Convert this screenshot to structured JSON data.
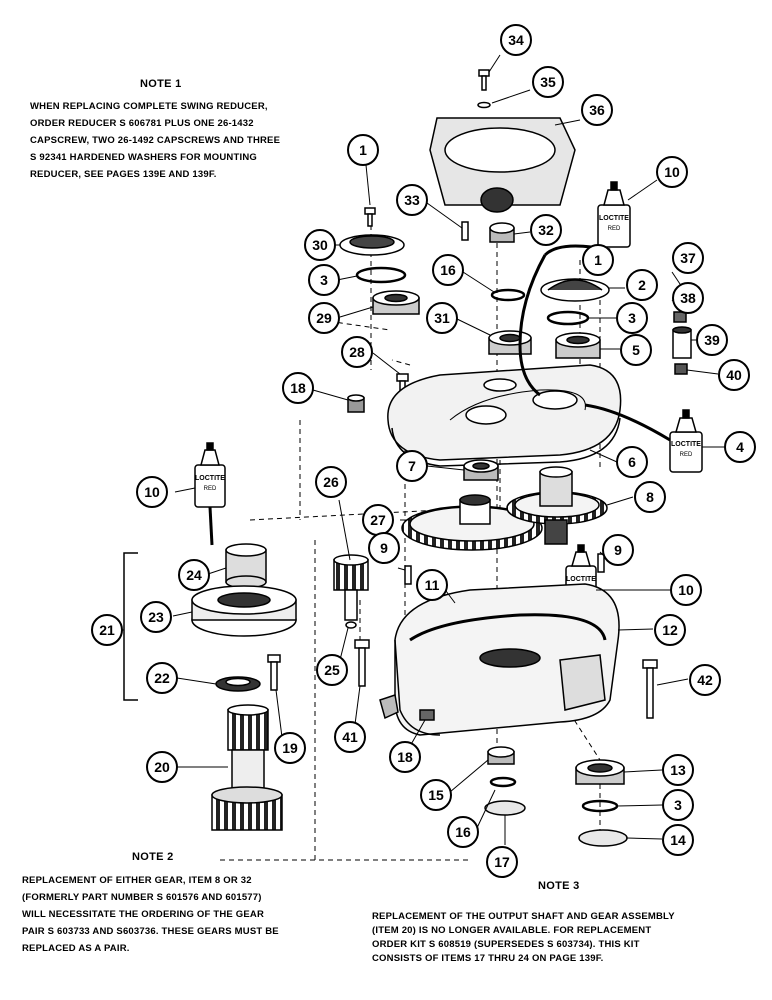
{
  "notes": {
    "note1": {
      "title": "NOTE 1",
      "lines": [
        "WHEN REPLACING COMPLETE SWING REDUCER,",
        "ORDER REDUCER S 606781 PLUS ONE 26-1432",
        "CAPSCREW, TWO 26-1492 CAPSCREWS AND THREE",
        "S 92341 HARDENED WASHERS FOR MOUNTING",
        "REDUCER, SEE PAGES 139E AND 139F."
      ]
    },
    "note2": {
      "title": "NOTE 2",
      "lines": [
        "REPLACEMENT OF EITHER GEAR, ITEM 8 OR 32",
        "(FORMERLY PART NUMBER S 601576 AND 601577)",
        "WILL NECESSITATE THE ORDERING OF THE GEAR",
        "PAIR S 603733 AND S603736. THESE GEARS MUST BE",
        "REPLACED AS A PAIR."
      ]
    },
    "note3": {
      "title": "NOTE 3",
      "lines": [
        "REPLACEMENT OF THE OUTPUT SHAFT AND GEAR ASSEMBLY",
        "(ITEM 20) IS NO LONGER AVAILABLE.  FOR REPLACEMENT",
        "ORDER KIT S 608519 (SUPERSEDES S 603734).  THIS KIT",
        "CONSISTS OF ITEMS 17 THRU 24 ON PAGE 139F."
      ]
    }
  },
  "bottle_label": "LOCTITE",
  "bottle_sublabel": "RED",
  "callouts": [
    "34",
    "35",
    "36",
    "1",
    "33",
    "32",
    "10",
    "30",
    "1",
    "37",
    "16",
    "2",
    "3",
    "38",
    "29",
    "31",
    "3",
    "39",
    "5",
    "28",
    "40",
    "18",
    "6",
    "4",
    "7",
    "10",
    "26",
    "8",
    "27",
    "9",
    "9",
    "24",
    "11",
    "10",
    "23",
    "21",
    "12",
    "25",
    "22",
    "42",
    "41",
    "19",
    "18",
    "20",
    "15",
    "13",
    "3",
    "16",
    "14",
    "17"
  ]
}
